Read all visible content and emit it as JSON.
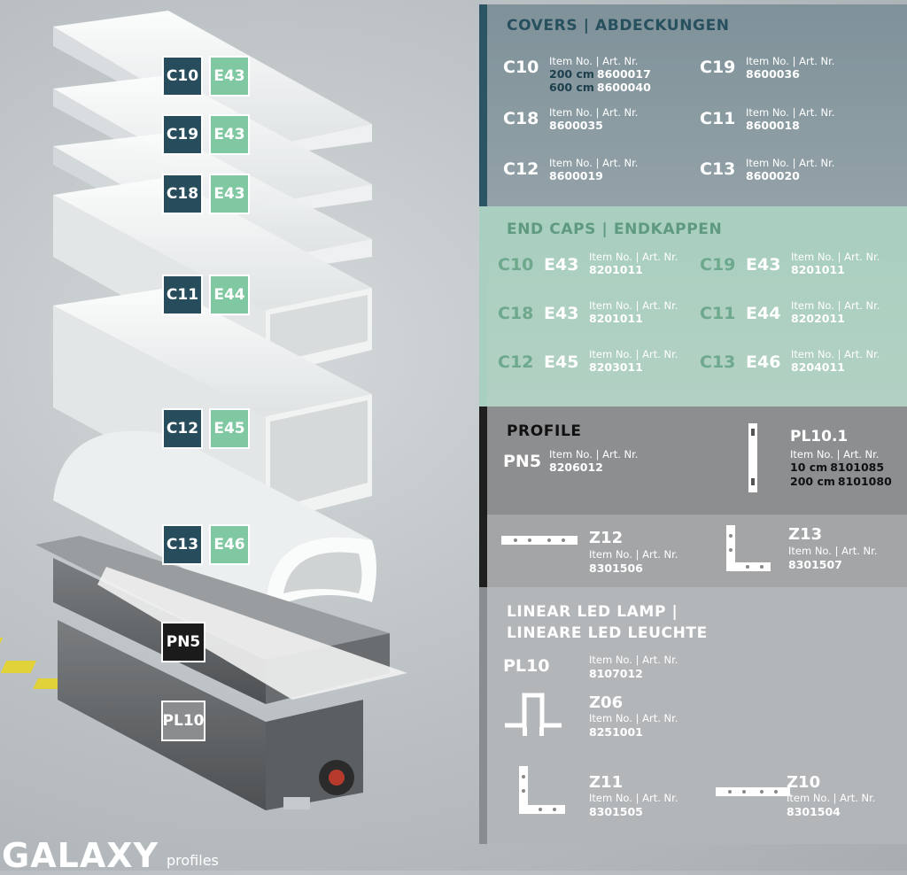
{
  "tags": {
    "c10": "C10",
    "e43a": "E43",
    "c19": "C19",
    "e43b": "E43",
    "c18": "C18",
    "e43c": "E43",
    "c11": "C11",
    "e44": "E44",
    "c12": "C12",
    "e45": "E45",
    "c13": "C13",
    "e46": "E46",
    "pn5": "PN5",
    "pl10": "PL10"
  },
  "brand": {
    "name": "GALAXY",
    "sub": "profiles"
  },
  "covers": {
    "heading": "COVERS | ABDECKUNGEN",
    "items": [
      {
        "code": "C10",
        "label": "Item No. | Art. Nr.",
        "n1_pre": "200 cm",
        "n1": "8600017",
        "n2_pre": "600 cm",
        "n2": "8600040"
      },
      {
        "code": "C19",
        "label": "Item No. | Art. Nr.",
        "n1": "8600036"
      },
      {
        "code": "C18",
        "label": "Item No. | Art. Nr.",
        "n1": "8600035"
      },
      {
        "code": "C11",
        "label": "Item No. | Art. Nr.",
        "n1": "8600018"
      },
      {
        "code": "C12",
        "label": "Item No. | Art. Nr.",
        "n1": "8600019"
      },
      {
        "code": "C13",
        "label": "Item No. | Art. Nr.",
        "n1": "8600020"
      }
    ]
  },
  "endcaps": {
    "heading": "END CAPS | ENDKAPPEN",
    "items": [
      {
        "c": "C10",
        "e": "E43",
        "label": "Item No. | Art. Nr.",
        "n": "8201011"
      },
      {
        "c": "C19",
        "e": "E43",
        "label": "Item No. | Art. Nr.",
        "n": "8201011"
      },
      {
        "c": "C18",
        "e": "E43",
        "label": "Item No. | Art. Nr.",
        "n": "8201011"
      },
      {
        "c": "C11",
        "e": "E44",
        "label": "Item No. | Art. Nr.",
        "n": "8202011"
      },
      {
        "c": "C12",
        "e": "E45",
        "label": "Item No. | Art. Nr.",
        "n": "8203011"
      },
      {
        "c": "C13",
        "e": "E46",
        "label": "Item No. | Art. Nr.",
        "n": "8204011"
      }
    ]
  },
  "profile": {
    "heading": "PROFILE",
    "pn5": {
      "code": "PN5",
      "label": "Item No. | Art. Nr.",
      "n": "8206012"
    },
    "pl101": {
      "code": "PL10.1",
      "label": "Item No. | Art. Nr.",
      "n1_pre": "10 cm",
      "n1": "8101085",
      "n2_pre": "200 cm",
      "n2": "8101080"
    }
  },
  "connectors": {
    "z12": {
      "code": "Z12",
      "label": "Item No. | Art. Nr.",
      "n": "8301506"
    },
    "z13": {
      "code": "Z13",
      "label": "Item No. | Art. Nr.",
      "n": "8301507"
    }
  },
  "lamp": {
    "heading1": "LINEAR LED LAMP |",
    "heading2": "LINEARE LED LEUCHTE",
    "pl10": {
      "code": "PL10",
      "label": "Item No. | Art. Nr.",
      "n": "8107012"
    },
    "z06": {
      "code": "Z06",
      "label": "Item No. | Art. Nr.",
      "n": "8251001"
    },
    "z11": {
      "code": "Z11",
      "label": "Item No. | Art. Nr.",
      "n": "8301505"
    },
    "z10": {
      "code": "Z10",
      "label": "Item No. | Art. Nr.",
      "n": "8301504"
    }
  }
}
